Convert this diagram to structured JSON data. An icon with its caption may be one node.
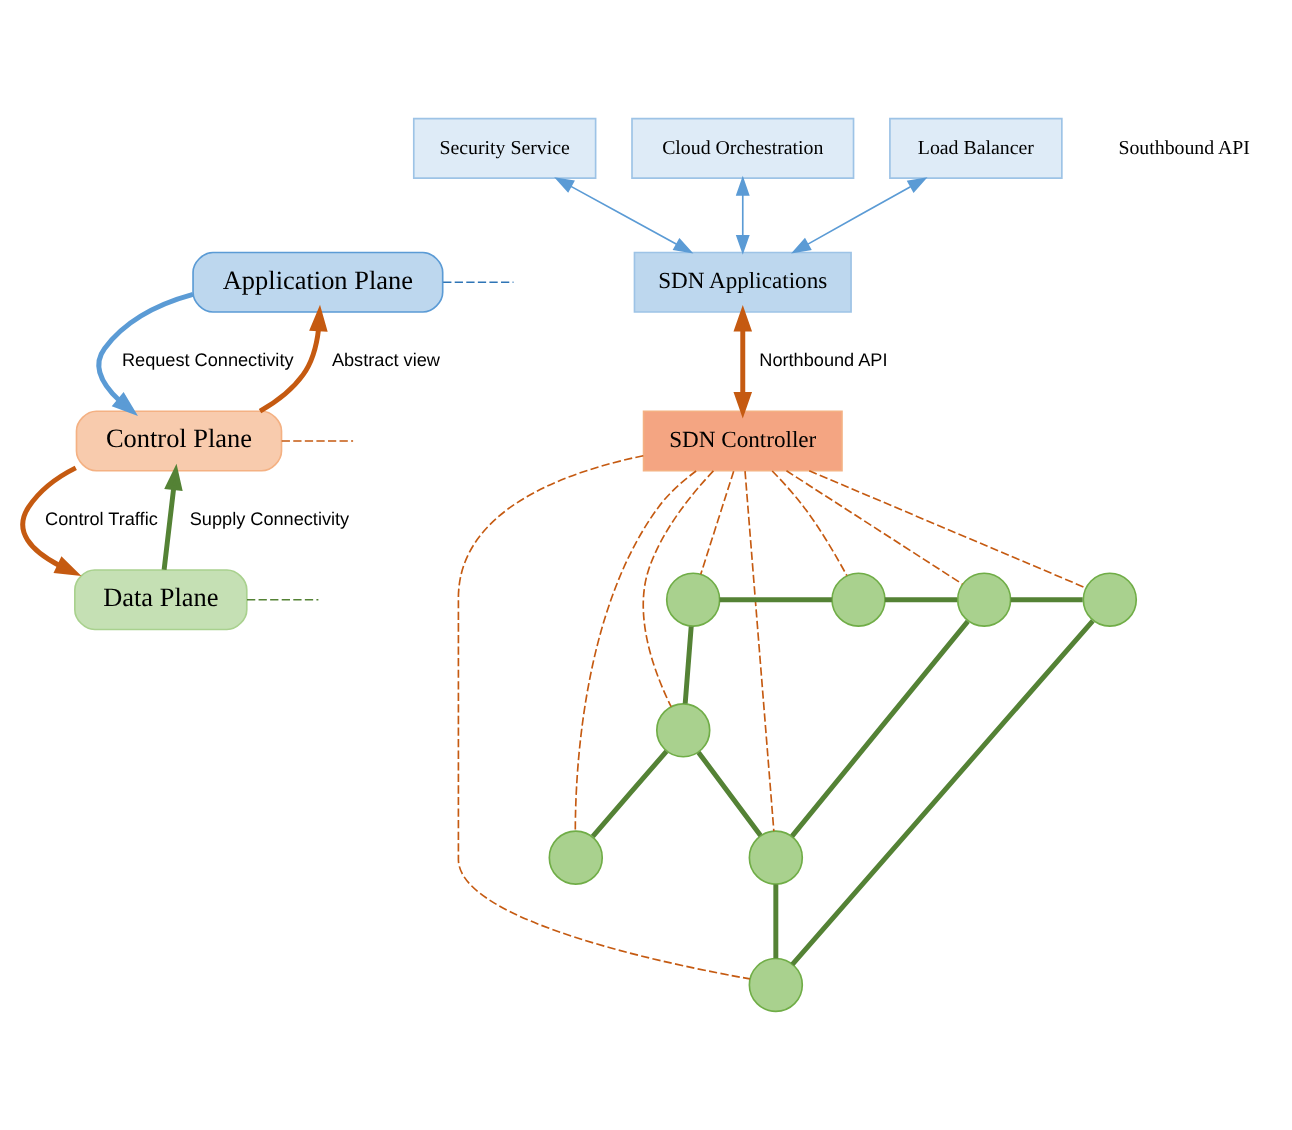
{
  "diagram": {
    "nodes": [
      {
        "text": [
          "Application Plane"
        ]
      },
      {
        "text": [
          "Control Plane"
        ]
      },
      {
        "text": [
          "Data Plane"
        ]
      },
      {
        "text": [
          "Security Service"
        ]
      },
      {
        "text": [
          "Cloud Orchestration"
        ]
      },
      {
        "text": [
          "Load Balancer"
        ]
      },
      {
        "text": [
          "SDN Applications"
        ]
      },
      {
        "text": [
          "SDN Controller"
        ]
      },
      {
        "text": [],
        "shape": "circle"
      },
      {
        "text": [],
        "shape": "circle"
      },
      {
        "text": [],
        "shape": "circle"
      },
      {
        "text": [],
        "shape": "circle"
      },
      {
        "text": [],
        "shape": "circle"
      },
      {
        "text": [],
        "shape": "circle"
      },
      {
        "text": [],
        "shape": "circle"
      },
      {
        "text": [],
        "shape": "circle"
      }
    ],
    "edges": [
      {
        "from": 1,
        "to": 0,
        "arrow": "to",
        "label": "Abstract view",
        "style": "thick",
        "color": "#c55a11"
      },
      {
        "from": 0,
        "to": 1,
        "arrow": "to",
        "label": "Request Connectivity",
        "style": "thick",
        "color": "#5b9bd5"
      },
      {
        "from": 2,
        "to": 1,
        "arrow": "to",
        "label": "Supply Connectivity",
        "style": "thick",
        "color": "#548235"
      },
      {
        "from": 1,
        "to": 2,
        "arrow": "to",
        "label": "Control Traffic",
        "style": "thick",
        "color": "#c55a11"
      },
      {
        "from": 0,
        "to": null,
        "arrow": "none",
        "style": "dashed",
        "color": "#2e75b6"
      },
      {
        "from": 1,
        "to": null,
        "arrow": "none",
        "style": "dashed",
        "color": "#c55a11"
      },
      {
        "from": 2,
        "to": null,
        "arrow": "none",
        "style": "dashed",
        "color": "#548235"
      },
      {
        "from": 3,
        "to": 6,
        "arrow": "both",
        "color": "#5b9bd5"
      },
      {
        "from": 4,
        "to": 6,
        "arrow": "both",
        "color": "#5b9bd5"
      },
      {
        "from": 5,
        "to": 6,
        "arrow": "both",
        "color": "#5b9bd5"
      },
      {
        "from": 6,
        "to": 7,
        "arrow": "both",
        "label": "Northbound API",
        "style": "thick",
        "color": "#c55a11"
      },
      {
        "from": 7,
        "to": 8,
        "arrow": "none",
        "style": "dashed",
        "color": "#c55a11"
      },
      {
        "from": 7,
        "to": 9,
        "arrow": "none",
        "style": "dashed",
        "color": "#c55a11"
      },
      {
        "from": 7,
        "to": 10,
        "arrow": "none",
        "style": "dashed",
        "color": "#c55a11"
      },
      {
        "from": 7,
        "to": 11,
        "arrow": "none",
        "style": "dashed",
        "color": "#c55a11"
      },
      {
        "from": 7,
        "to": 12,
        "arrow": "none",
        "style": "dashed",
        "color": "#c55a11"
      },
      {
        "from": 7,
        "to": 13,
        "arrow": "none",
        "style": "dashed",
        "color": "#c55a11"
      },
      {
        "from": 7,
        "to": 14,
        "arrow": "none",
        "style": "dashed",
        "color": "#c55a11"
      },
      {
        "from": 7,
        "to": 15,
        "arrow": "none",
        "style": "dashed",
        "color": "#c55a11"
      },
      {
        "from": 8,
        "to": 9,
        "arrow": "none",
        "style": "thick",
        "color": "#548235"
      },
      {
        "from": 9,
        "to": 10,
        "arrow": "none",
        "style": "thick",
        "color": "#548235"
      },
      {
        "from": 10,
        "to": 11,
        "arrow": "none",
        "style": "thick",
        "color": "#548235"
      },
      {
        "from": 8,
        "to": 12,
        "arrow": "none",
        "style": "thick",
        "color": "#548235"
      },
      {
        "from": 12,
        "to": 13,
        "arrow": "none",
        "style": "thick",
        "color": "#548235"
      },
      {
        "from": 12,
        "to": 14,
        "arrow": "none",
        "style": "thick",
        "color": "#548235"
      },
      {
        "from": 14,
        "to": 10,
        "arrow": "none",
        "style": "thick",
        "color": "#548235"
      },
      {
        "from": 14,
        "to": 15,
        "arrow": "none",
        "style": "thick",
        "color": "#548235"
      },
      {
        "from": 15,
        "to": 11,
        "arrow": "none",
        "style": "thick",
        "color": "#548235"
      }
    ],
    "labels": [
      "Southbound API"
    ]
  }
}
